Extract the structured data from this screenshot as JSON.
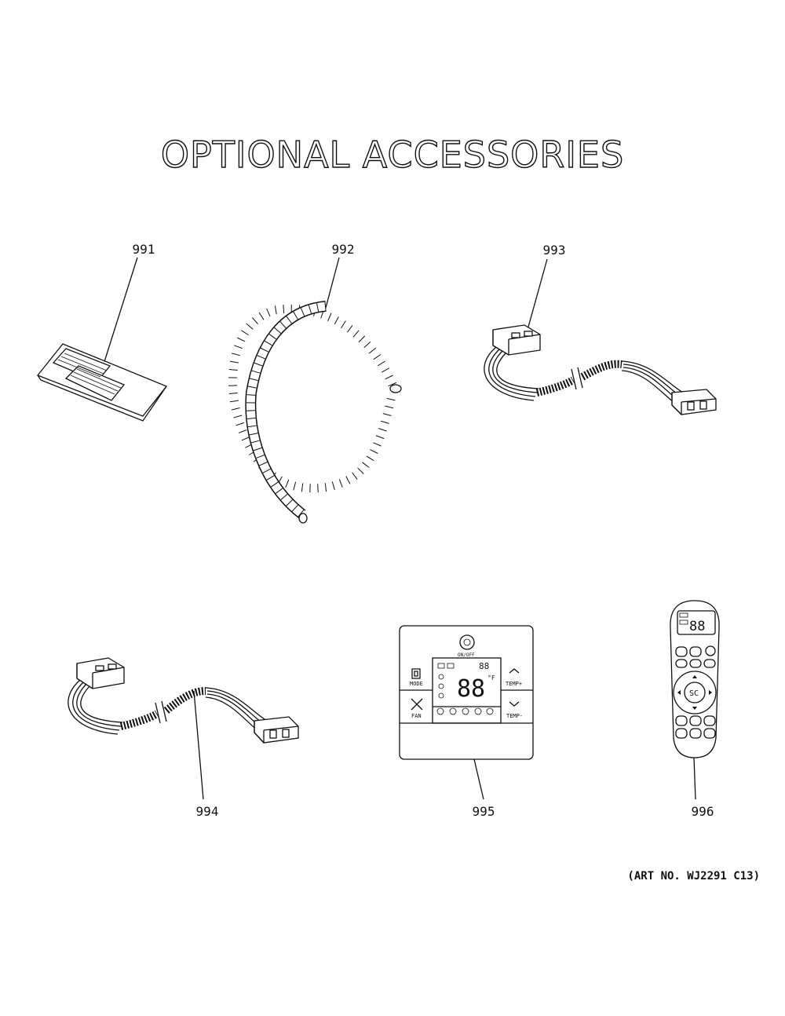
{
  "title": "OPTIONAL ACCESSORIES",
  "art_number": "(ART NO. WJ2291 C13)",
  "parts": [
    {
      "number": "991",
      "icon": "filter-pad-icon"
    },
    {
      "number": "992",
      "icon": "coiled-hose-icon"
    },
    {
      "number": "993",
      "icon": "wire-harness-icon"
    },
    {
      "number": "994",
      "icon": "wire-harness-icon"
    },
    {
      "number": "995",
      "icon": "wall-control-icon"
    },
    {
      "number": "996",
      "icon": "remote-control-icon"
    }
  ],
  "control_panel": {
    "on_off_label": "ON/OFF",
    "mode_label": "MODE",
    "fan_label": "FAN",
    "temp_up_label": "TEMP+",
    "temp_down_label": "TEMP-",
    "display_digits": "88",
    "display_small": "88",
    "unit": "°F"
  },
  "remote_control": {
    "display_digits": "88",
    "center_button": "SC"
  }
}
